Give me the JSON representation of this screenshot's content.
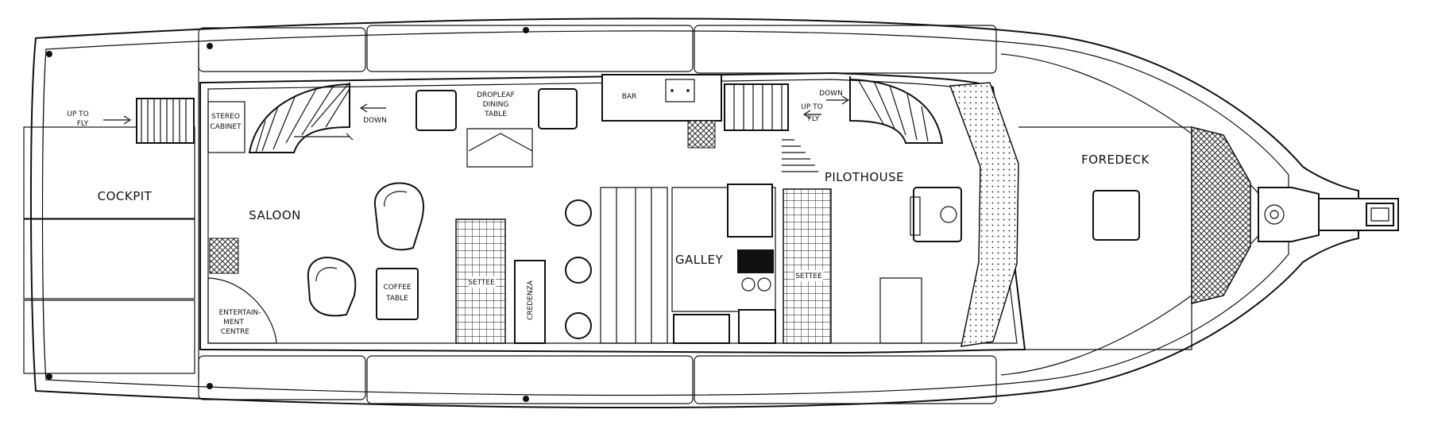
{
  "labels": {
    "up_to_fly_left": [
      "UP TO",
      "FLY"
    ],
    "stereo_cabinet": [
      "STEREO",
      "CABINET"
    ],
    "down_saloon": "DOWN",
    "dropleaf_dining_table": [
      "DROPLEAF",
      "DINING",
      "TABLE"
    ],
    "bar": "BAR",
    "down_pilothouse": "DOWN",
    "up_to_fly_right": [
      "UP TO",
      "FLY"
    ],
    "cockpit": "COCKPIT",
    "saloon": "SALOON",
    "pilothouse": "PILOTHOUSE",
    "foredeck": "FOREDECK",
    "galley": "GALLEY",
    "coffee_table": [
      "COFFEE",
      "TABLE"
    ],
    "settee_saloon": "SETTEE",
    "credenza": "CREDENZA",
    "settee_pilothouse": "SETTEE",
    "entertainment_centre": [
      "ENTERTAIN-",
      "MENT",
      "CENTRE"
    ]
  }
}
